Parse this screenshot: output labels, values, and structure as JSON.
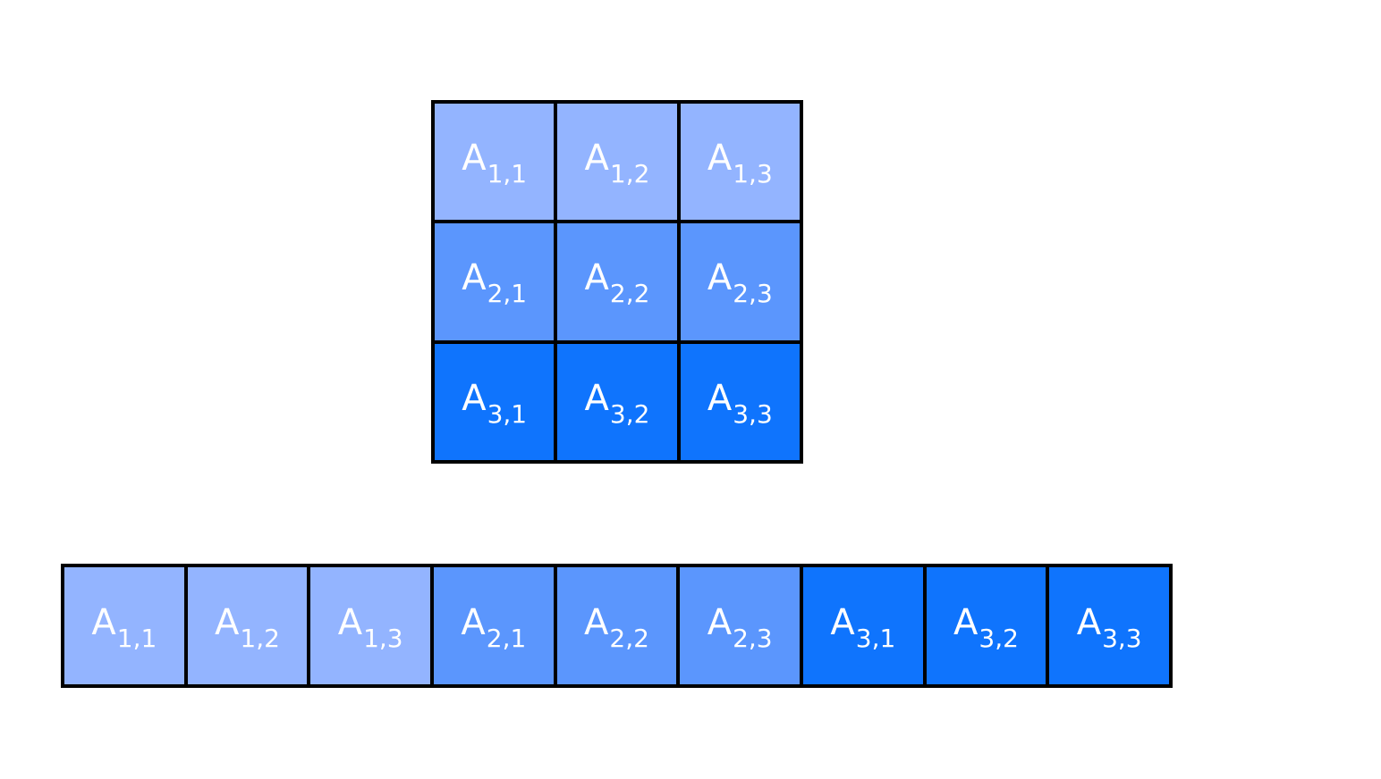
{
  "base_letter": "A",
  "row_colors": [
    "#93b4ff",
    "#5b96fd",
    "#0f74fd"
  ],
  "matrix": {
    "rows": [
      [
        {
          "sub": "1,1",
          "row": 0
        },
        {
          "sub": "1,2",
          "row": 0
        },
        {
          "sub": "1,3",
          "row": 0
        }
      ],
      [
        {
          "sub": "2,1",
          "row": 1
        },
        {
          "sub": "2,2",
          "row": 1
        },
        {
          "sub": "2,3",
          "row": 1
        }
      ],
      [
        {
          "sub": "3,1",
          "row": 2
        },
        {
          "sub": "3,2",
          "row": 2
        },
        {
          "sub": "3,3",
          "row": 2
        }
      ]
    ]
  },
  "linear": {
    "cells": [
      {
        "sub": "1,1",
        "row": 0
      },
      {
        "sub": "1,2",
        "row": 0
      },
      {
        "sub": "1,3",
        "row": 0
      },
      {
        "sub": "2,1",
        "row": 1
      },
      {
        "sub": "2,2",
        "row": 1
      },
      {
        "sub": "2,3",
        "row": 1
      },
      {
        "sub": "3,1",
        "row": 2
      },
      {
        "sub": "3,2",
        "row": 2
      },
      {
        "sub": "3,3",
        "row": 2
      }
    ]
  }
}
